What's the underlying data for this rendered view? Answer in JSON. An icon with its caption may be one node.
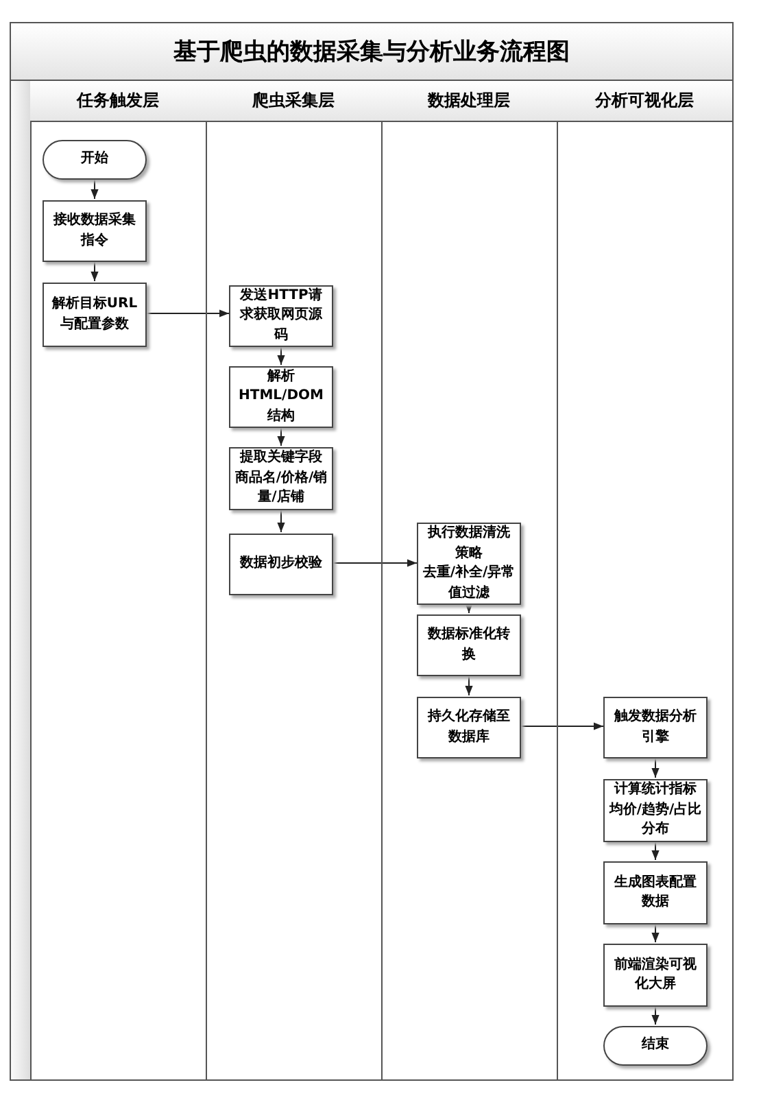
{
  "diagram": {
    "title": "基于爬虫的数据采集与分析业务流程图",
    "nodes": [
      {
        "text": [
          "任务触发层"
        ]
      },
      {
        "text": [
          "爬虫采集层"
        ]
      },
      {
        "text": [
          "数据处理层"
        ]
      },
      {
        "text": [
          "分析可视化层"
        ]
      },
      {
        "text": [
          "开始"
        ],
        "in": 0
      },
      {
        "text": [
          "接收数据采集指令"
        ],
        "in": 0
      },
      {
        "text": [
          "解析目标URL与配置参数"
        ],
        "in": 0
      },
      {
        "text": [
          "发送HTTP请求获取网页源码"
        ],
        "in": 1
      },
      {
        "text": [
          "解析HTML/DOM结构"
        ],
        "in": 1
      },
      {
        "text": [
          "提取关键字段",
          "商品名/价格/销量/店铺"
        ],
        "in": 1
      },
      {
        "text": [
          "数据初步校验"
        ],
        "in": 1
      },
      {
        "text": [
          "执行数据清洗策略",
          "去重/补全/异常值过滤"
        ],
        "in": 2
      },
      {
        "text": [
          "数据标准化转换"
        ],
        "in": 2
      },
      {
        "text": [
          "持久化存储至数据库"
        ],
        "in": 2
      },
      {
        "text": [
          "触发数据分析引擎"
        ],
        "in": 3
      },
      {
        "text": [
          "计算统计指标",
          "均价/趋势/占比分布"
        ],
        "in": 3
      },
      {
        "text": [
          "生成图表配置数据"
        ],
        "in": 3
      },
      {
        "text": [
          "前端渲染可视化大屏"
        ],
        "in": 3
      },
      {
        "text": [
          "结束"
        ],
        "in": 3
      }
    ],
    "edges": [
      {
        "from": 4,
        "to": 5,
        "arrow": "to"
      },
      {
        "from": 5,
        "to": 6,
        "arrow": "to"
      },
      {
        "from": 6,
        "to": 7,
        "arrow": "to"
      },
      {
        "from": 7,
        "to": 8,
        "arrow": "to"
      },
      {
        "from": 8,
        "to": 9,
        "arrow": "to"
      },
      {
        "from": 9,
        "to": 10,
        "arrow": "to"
      },
      {
        "from": 10,
        "to": 11,
        "arrow": "to"
      },
      {
        "from": 11,
        "to": 12,
        "arrow": "to"
      },
      {
        "from": 12,
        "to": 13,
        "arrow": "to"
      },
      {
        "from": 13,
        "to": 14,
        "arrow": "to"
      },
      {
        "from": 14,
        "to": 15,
        "arrow": "to"
      },
      {
        "from": 15,
        "to": 16,
        "arrow": "to"
      },
      {
        "from": 16,
        "to": 17,
        "arrow": "to"
      },
      {
        "from": 17,
        "to": 18,
        "arrow": "to"
      }
    ]
  }
}
